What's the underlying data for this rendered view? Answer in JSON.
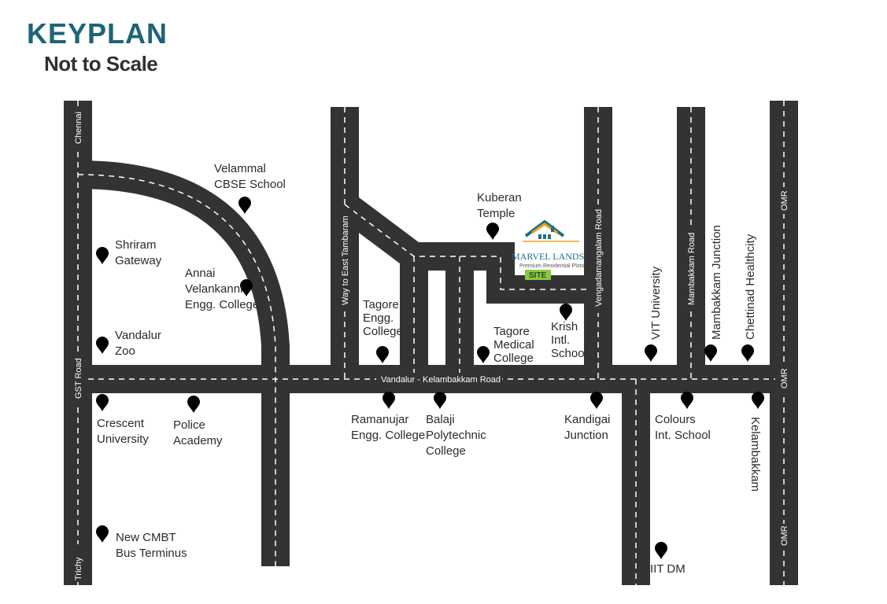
{
  "header": {
    "title": "KEYPLAN",
    "subtitle": "Not to Scale"
  },
  "colors": {
    "road": "#333333",
    "road_dash": "#ffffff",
    "pin": "#1e6f86",
    "title": "#1d6478",
    "brand_green": "#8dc63f",
    "brand_orange": "#f3a21b"
  },
  "roads": {
    "chennai": "Chennai",
    "trichy": "Trichy",
    "gst": "GST Road",
    "east_tambaram": "Way to East Tambaram",
    "vengadamangalam": "Vengadamangalam Road",
    "mambakkam": "Mambakkam Road",
    "omr_top": "OMR",
    "omr_mid": "OMR",
    "omr_bottom": "OMR",
    "vandalur_kelambakkam": "Vandalur - Kelambakkam Road"
  },
  "site": {
    "brand": "MARVEL LANDS",
    "tagline": "Premium Residential Plots",
    "badge": "SITE"
  },
  "landmarks": {
    "velammal": [
      "Velammal",
      "CBSE School"
    ],
    "shriram": [
      "Shriram",
      "Gateway"
    ],
    "annai": [
      "Annai",
      "Velankanni",
      "Engg. College"
    ],
    "vandalur_zoo": [
      "Vandalur",
      "Zoo"
    ],
    "crescent": [
      "Crescent",
      "University"
    ],
    "police": [
      "Police",
      "Academy"
    ],
    "cmbt": [
      "New CMBT",
      "Bus Terminus"
    ],
    "tagore_engg": [
      "Tagore",
      "Engg.",
      "College"
    ],
    "ramanujar": [
      "Ramanujar",
      "Engg. College"
    ],
    "balaji": [
      "Balaji",
      "Polytechnic",
      "College"
    ],
    "tagore_medical": [
      "Tagore",
      "Medical",
      "College"
    ],
    "kuberan": [
      "Kuberan",
      "Temple"
    ],
    "krish": [
      "Krish",
      "Intl.",
      "School"
    ],
    "kandigai": [
      "Kandigai",
      "Junction"
    ],
    "vit": "VIT University",
    "mambakkam_jn": "Mambakkam Junction",
    "chettinad": "Chettinad Healthcity",
    "colours": [
      "Colours",
      "Int. School"
    ],
    "kelambakkam": "Kelambakkam",
    "iitdm": "IIT DM"
  }
}
